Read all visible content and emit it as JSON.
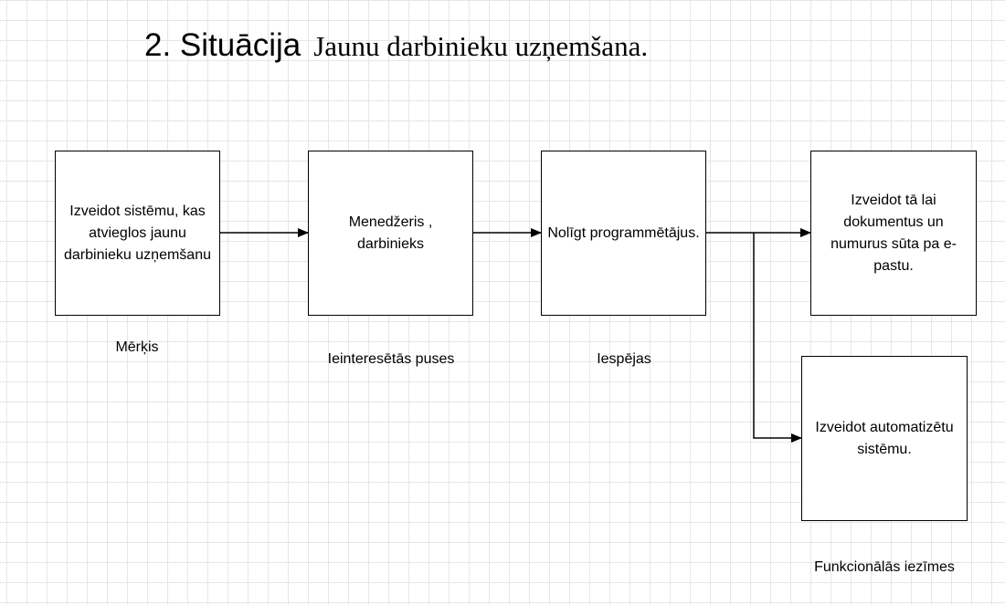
{
  "title": {
    "prefix": "2. Situācija",
    "main": "Jaunu darbinieku uzņemšana."
  },
  "boxes": {
    "goal": "Izveidot sistēmu, kas atvieglos jaunu darbinieku uzņemšanu",
    "stakeholders": "Menedžeris , darbinieks",
    "option": "Nolīgt programmētājus.",
    "feature_email": "Izveidot tā lai dokumentus un numurus sūta pa e-pastu.",
    "feature_automation": "Izveidot automatizētu sistēmu."
  },
  "captions": {
    "goal": "Mērķis",
    "stakeholders": "Ieinteresētās puses",
    "option": "Iespējas",
    "features": "Funkcionālās iezīmes"
  }
}
